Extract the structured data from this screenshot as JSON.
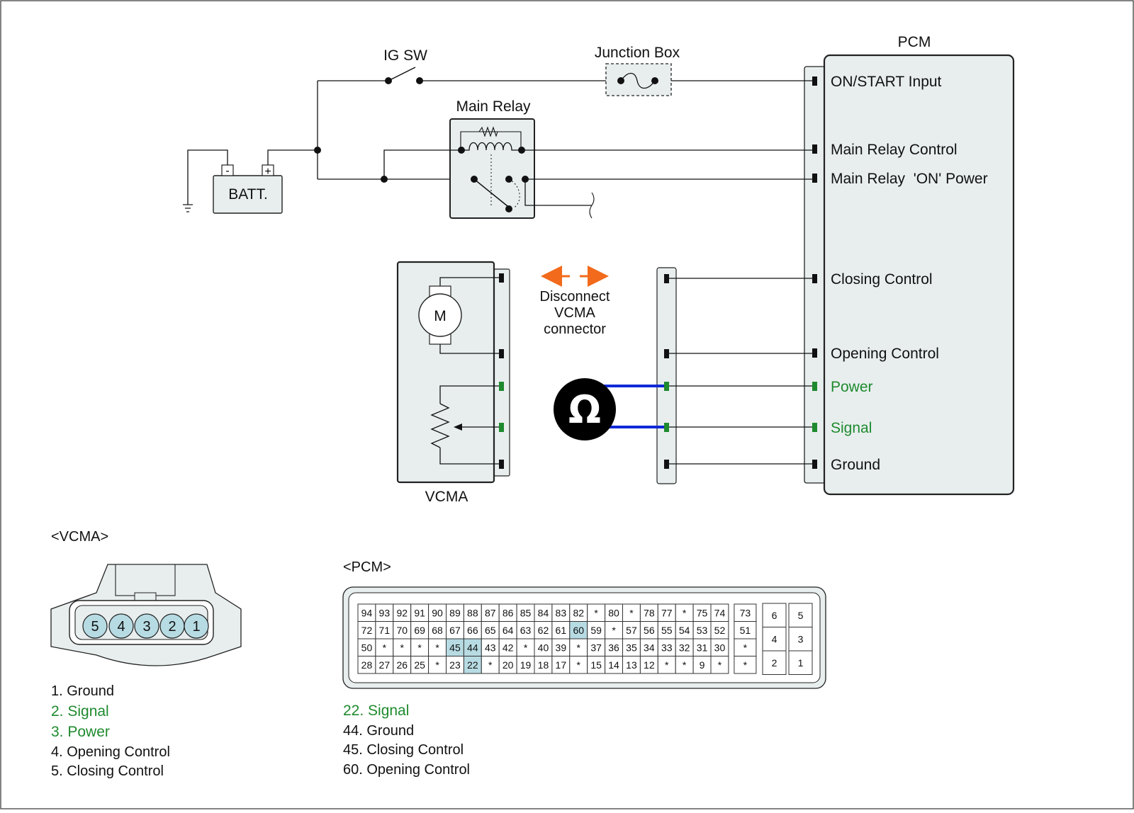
{
  "labels": {
    "ig_sw": "IG SW",
    "junction_box": "Junction Box",
    "pcm": "PCM",
    "main_relay": "Main Relay",
    "batt": "BATT.",
    "batt_minus": "-",
    "batt_plus": "+",
    "motor": "M",
    "vcma": "VCMA",
    "disconnect_line1": "Disconnect",
    "disconnect_line2": "VCMA",
    "disconnect_line3": "connector",
    "ohm_symbol": "Ω"
  },
  "pcm_terminals": [
    {
      "label": "ON/START Input",
      "highlight": false
    },
    {
      "label": "Main Relay Control",
      "highlight": false
    },
    {
      "label": "Main Relay  'ON' Power",
      "highlight": false
    },
    {
      "label": "Closing Control",
      "highlight": false
    },
    {
      "label": "Opening Control",
      "highlight": false
    },
    {
      "label": "Power",
      "highlight": true
    },
    {
      "label": "Signal",
      "highlight": true
    },
    {
      "label": "Ground",
      "highlight": false
    }
  ],
  "vcma_connector": {
    "title": "<VCMA>",
    "pins": [
      "5",
      "4",
      "3",
      "2",
      "1"
    ],
    "legend": [
      {
        "text": "1. Ground",
        "highlight": false
      },
      {
        "text": "2. Signal",
        "highlight": true
      },
      {
        "text": "3. Power",
        "highlight": true
      },
      {
        "text": "4. Opening Control",
        "highlight": false
      },
      {
        "text": "5. Closing Control",
        "highlight": false
      }
    ]
  },
  "pcm_connector": {
    "title": "<PCM>",
    "rows": [
      [
        "94",
        "93",
        "92",
        "91",
        "90",
        "89",
        "88",
        "87",
        "86",
        "85",
        "84",
        "83",
        "82",
        "*",
        "80",
        "*",
        "78",
        "77",
        "*",
        "75",
        "74"
      ],
      [
        "72",
        "71",
        "70",
        "69",
        "68",
        "67",
        "66",
        "65",
        "64",
        "63",
        "62",
        "61",
        "60",
        "59",
        "*",
        "57",
        "56",
        "55",
        "54",
        "53",
        "52"
      ],
      [
        "50",
        "*",
        "*",
        "*",
        "*",
        "45",
        "44",
        "43",
        "42",
        "*",
        "40",
        "39",
        "*",
        "37",
        "36",
        "35",
        "34",
        "33",
        "32",
        "31",
        "30"
      ],
      [
        "28",
        "27",
        "26",
        "25",
        "*",
        "23",
        "22",
        "*",
        "20",
        "19",
        "18",
        "17",
        "*",
        "15",
        "14",
        "13",
        "12",
        "*",
        "*",
        "9",
        "*"
      ]
    ],
    "side_column": [
      "73",
      "51",
      "*",
      "*"
    ],
    "small_block_left": [
      "6",
      "4",
      "2"
    ],
    "small_block_right": [
      "5",
      "3",
      "1"
    ],
    "highlighted": [
      "60",
      "45",
      "44",
      "22"
    ],
    "legend": [
      {
        "text": "22. Signal",
        "highlight": true
      },
      {
        "text": "44. Ground",
        "highlight": false
      },
      {
        "text": "45. Closing Control",
        "highlight": false
      },
      {
        "text": "60. Opening Control",
        "highlight": false
      }
    ]
  },
  "colors": {
    "line": "#111111",
    "box_fill": "#e8eeee",
    "highlight_text": "#1e8a2e",
    "highlight_pin": "#1e8a2e",
    "probe_wire": "#1028d8",
    "arrow": "#f26a1b",
    "cell_highlight": "#b7dbe3",
    "vcma_pin_fill": "#b7dbe3"
  }
}
